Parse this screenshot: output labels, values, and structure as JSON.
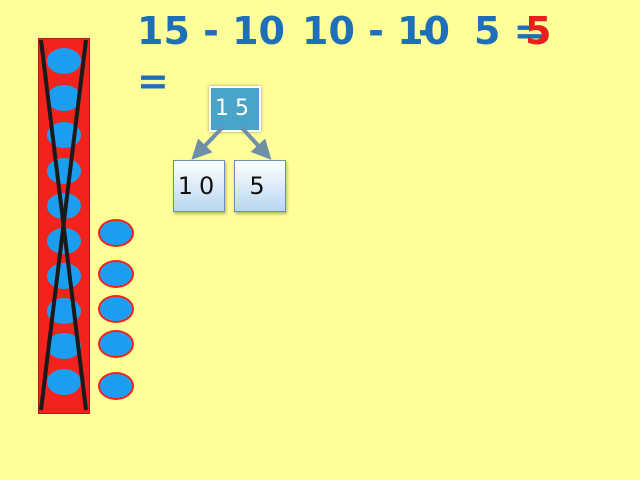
{
  "equation": {
    "part1": "15 - 10",
    "part1_equals": "=",
    "part2": "10 - 10",
    "part2_minus": "-",
    "part3": "5 =",
    "result": "5",
    "result_color": "#e8201c",
    "text_color": "#1f6fb8"
  },
  "number_bond": {
    "whole": "15",
    "left_part": "10",
    "right_part": "5"
  },
  "counters": {
    "total": 15,
    "crossed_out": 10,
    "remaining": 5,
    "bead_color": "#1b9ef0",
    "rack_color": "#f2231c"
  }
}
